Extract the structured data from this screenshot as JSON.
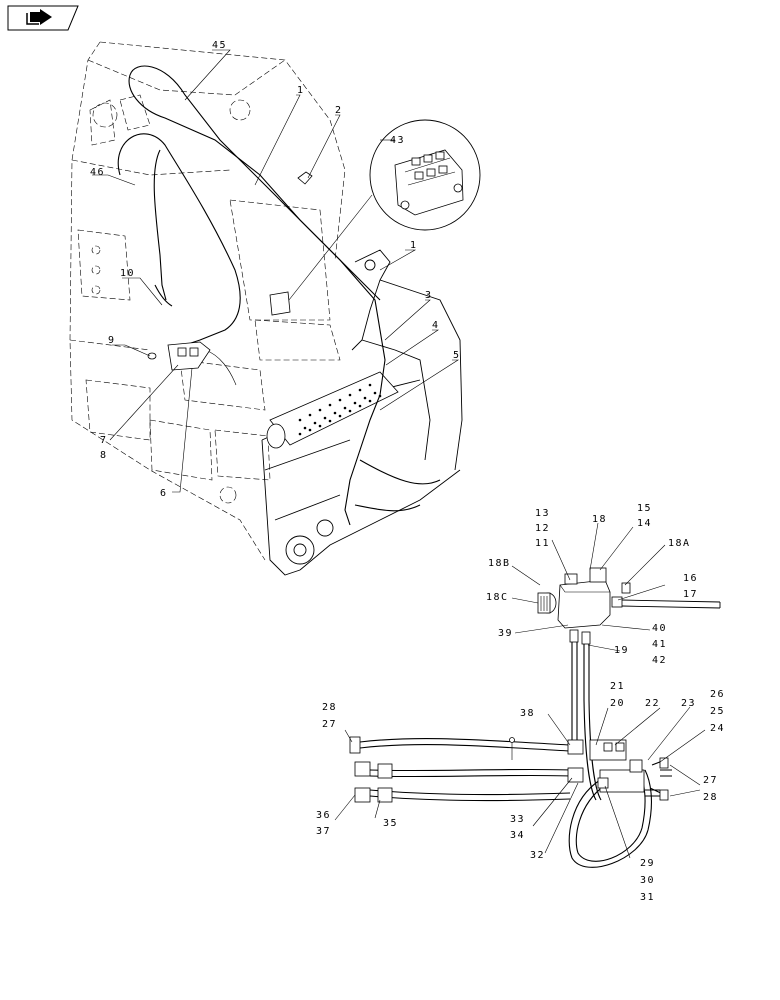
{
  "nav": {
    "icon": "book-arrow-icon"
  },
  "callouts": {
    "c45": "45",
    "c1a": "1",
    "c2": "2",
    "c43": "43",
    "c46": "46",
    "c1b": "1",
    "c10": "10",
    "c3": "3",
    "c4": "4",
    "c9": "9",
    "c5": "5",
    "c7": "7",
    "c8": "8",
    "c6": "6",
    "c13": "13",
    "c12": "12",
    "c11": "11",
    "c18": "18",
    "c15": "15",
    "c14": "14",
    "c18A": "18A",
    "c18B": "18B",
    "c18C": "18C",
    "c16": "16",
    "c17": "17",
    "c39": "39",
    "c40": "40",
    "c41": "41",
    "c42": "42",
    "c19": "19",
    "c21": "21",
    "c20": "20",
    "c22": "22",
    "c23": "23",
    "c26": "26",
    "c25": "25",
    "c24": "24",
    "c28a": "28",
    "c27a": "27",
    "c38": "38",
    "c27b": "27",
    "c28b": "28",
    "c36": "36",
    "c37": "37",
    "c35": "35",
    "c33": "33",
    "c34": "34",
    "c32": "32",
    "c29": "29",
    "c30": "30",
    "c31": "31"
  }
}
